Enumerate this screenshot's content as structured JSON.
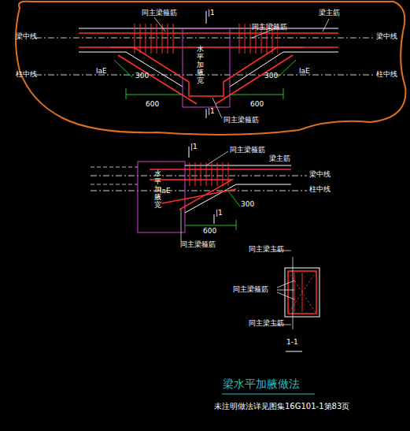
{
  "diagram": {
    "title": "梁水平加腋做法",
    "caption": "未注明做法详见图集16G101-1第83页",
    "labels": [
      "同主梁箍筋",
      "|1",
      "同主梁箍筋",
      "梁主筋",
      "梁中线",
      "梁中线",
      "柱中线",
      "柱中线",
      "水平加腋宽",
      "laE",
      "300",
      "600",
      "laE",
      "300",
      "600",
      "|1",
      "同主梁箍筋",
      "|1",
      "同主梁箍筋",
      "梁主筋",
      "梁中线",
      "柱中线",
      "水平加腋宽",
      "laE",
      "300",
      "600",
      "|1",
      "同主梁箍筋",
      "同主梁主筋",
      "同主梁箍筋",
      "同主梁主筋",
      "1-1"
    ]
  }
}
